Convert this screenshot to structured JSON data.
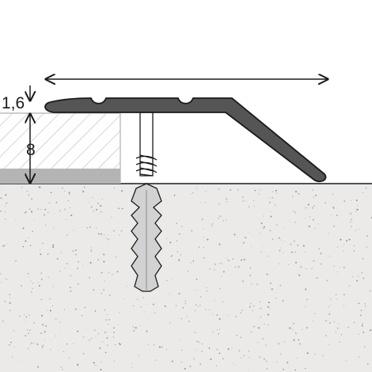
{
  "dimensions": {
    "thickness_label": "1,6",
    "height_label": "8"
  },
  "colors": {
    "background": "#ffffff",
    "profile": "#555555",
    "profile_outline": "#1a1a1a",
    "concrete": "#eceae8",
    "dowel": "#d2d2d2",
    "floor_underlay": "#b4b4b4",
    "line": "#1a1a1a"
  },
  "icons": {
    "width_arrow": "double-headed-arrow",
    "height_arrow": "double-headed-arrow",
    "thickness_arrow": "down-arrow"
  }
}
